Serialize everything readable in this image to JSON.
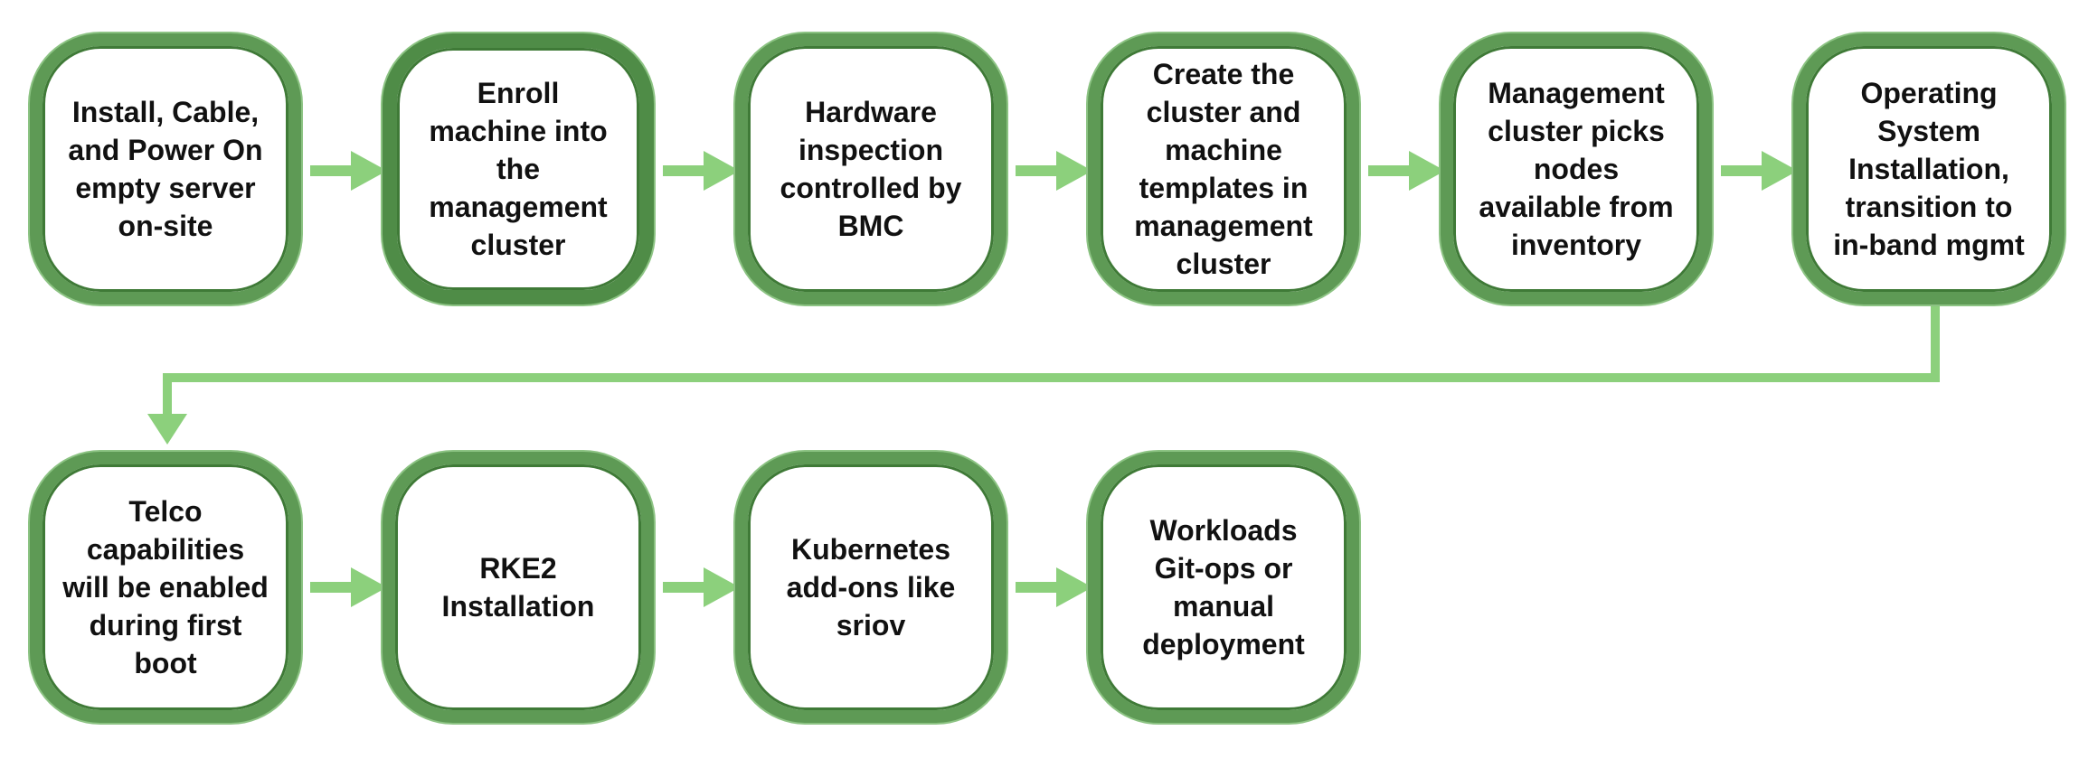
{
  "diagram": {
    "steps": [
      {
        "label": "Install, Cable,\nand Power On\nempty server\non-site"
      },
      {
        "label": "Enroll\nmachine into\nthe\nmanagement\ncluster"
      },
      {
        "label": "Hardware\ninspection\ncontrolled by\nBMC"
      },
      {
        "label": "Create the\ncluster and\nmachine\ntemplates in\nmanagement\ncluster"
      },
      {
        "label": "Management\ncluster picks\nnodes\navailable from\ninventory"
      },
      {
        "label": "Operating\nSystem\nInstallation,\ntransition to\nin-band mgmt"
      },
      {
        "label": "Telco\ncapabilities\nwill be enabled\nduring first\nboot"
      },
      {
        "label": "RKE2\nInstallation"
      },
      {
        "label": "Kubernetes\nadd-ons like\nsriov"
      },
      {
        "label": "Workloads\nGit-ops or\nmanual\ndeployment"
      }
    ],
    "colors": {
      "box_border": "#5e9a55",
      "arrow": "#8cd07c",
      "text": "#111111"
    }
  }
}
